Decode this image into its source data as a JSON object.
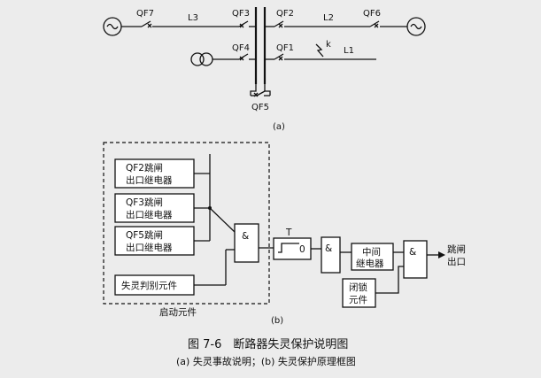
{
  "part_a": {
    "breakers": {
      "qf7": "QF7",
      "qf3": "QF3",
      "qf2": "QF2",
      "qf6": "QF6",
      "qf4": "QF4",
      "qf1": "QF1",
      "qf5": "QF5"
    },
    "lines": {
      "l3": "L3",
      "l2": "L2",
      "l1": "L1"
    },
    "fault_label": "k",
    "sub_label": "(a)"
  },
  "part_b": {
    "relays": [
      {
        "line1": "QF2跳闸",
        "line2": "出口继电器"
      },
      {
        "line1": "QF3跳闸",
        "line2": "出口继电器"
      },
      {
        "line1": "QF5跳闸",
        "line2": "出口继电器"
      }
    ],
    "judge_element": "失灵判别元件",
    "start_element": "启动元件",
    "and_symbol": "&",
    "timer": {
      "label": "T",
      "value": "0"
    },
    "middle_relay": {
      "line1": "中间",
      "line2": "继电器"
    },
    "lock_element": {
      "line1": "闭锁",
      "line2": "元件"
    },
    "output": {
      "line1": "跳闸",
      "line2": "出口"
    },
    "sub_label": "(b)"
  },
  "caption": {
    "title": "图 7-6　断路器失灵保护说明图",
    "subtitle": "(a) 失灵事故说明；(b) 失灵保护原理框图"
  }
}
